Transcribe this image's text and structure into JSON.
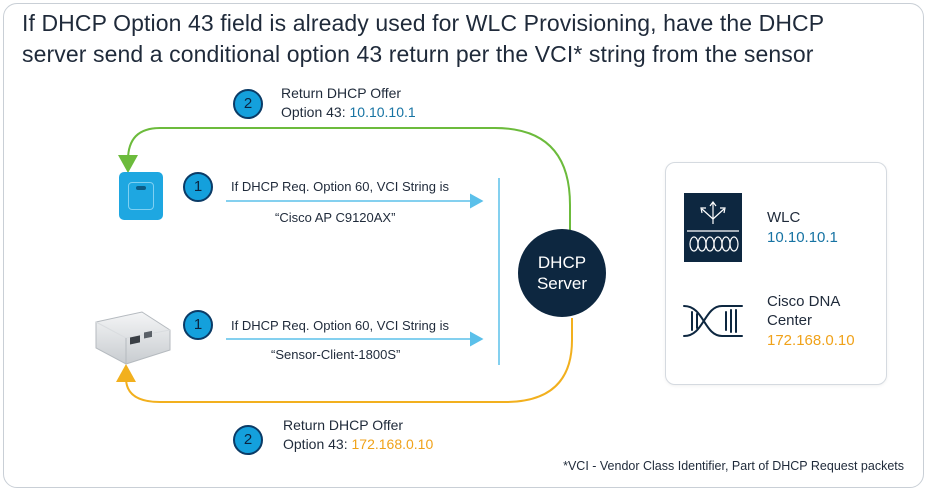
{
  "title": {
    "line1": "If DHCP Option 43 field is already used for WLC Provisioning, have the DHCP",
    "line2": "server send a conditional option 43 return per the VCI* string from the sensor"
  },
  "top_flow": {
    "step_number": "2",
    "line1": "Return DHCP Offer",
    "option_prefix": "Option 43: ",
    "option_value": "10.10.10.1"
  },
  "request_ap": {
    "step_number": "1",
    "line1": "If DHCP Req. Option 60, VCI String is",
    "line2": "“Cisco AP C9120AX”"
  },
  "request_sensor": {
    "step_number": "1",
    "line1": "If DHCP Req. Option 60, VCI String is",
    "line2": "“Sensor-Client-1800S”"
  },
  "bottom_flow": {
    "step_number": "2",
    "line1": "Return DHCP Offer",
    "option_prefix": "Option 43: ",
    "option_value": "172.168.0.10"
  },
  "server": {
    "line1": "DHCP",
    "line2": "Server"
  },
  "wlc": {
    "label": "WLC",
    "ip": "10.10.10.1"
  },
  "dna": {
    "line1": "Cisco DNA",
    "line2": "Center",
    "ip": "172.168.0.10"
  },
  "footnote": "*VCI - Vendor Class Identifier, Part of DHCP Request packets",
  "icons": {
    "ap": "access-point-icon",
    "sensor": "sensor-device-icon",
    "wlc": "wlc-controller-icon",
    "dna": "dna-center-icon"
  },
  "colors": {
    "green_path": "#6cbb3c",
    "amber_path": "#f2b01e",
    "request_arrow": "#5bc0ea",
    "badge": "#14a0dc",
    "server": "#0d2740",
    "wlc_ip": "#1673a3",
    "dna_ip": "#f0a21a"
  }
}
